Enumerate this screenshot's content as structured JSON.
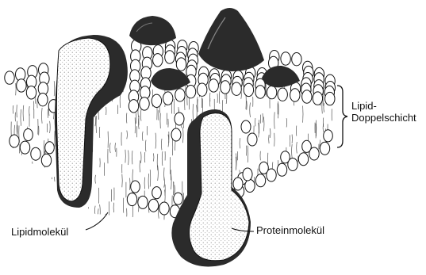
{
  "labels": {
    "bilayer_line1": "Lipid-",
    "bilayer_line2": "Doppelschicht",
    "lipid_molecule": "Lipidmolekül",
    "protein_molecule": "Proteinmolekül"
  },
  "colors": {
    "ink": "#111111",
    "protein_shadow": "#2b2b2b",
    "background": "#ffffff"
  }
}
